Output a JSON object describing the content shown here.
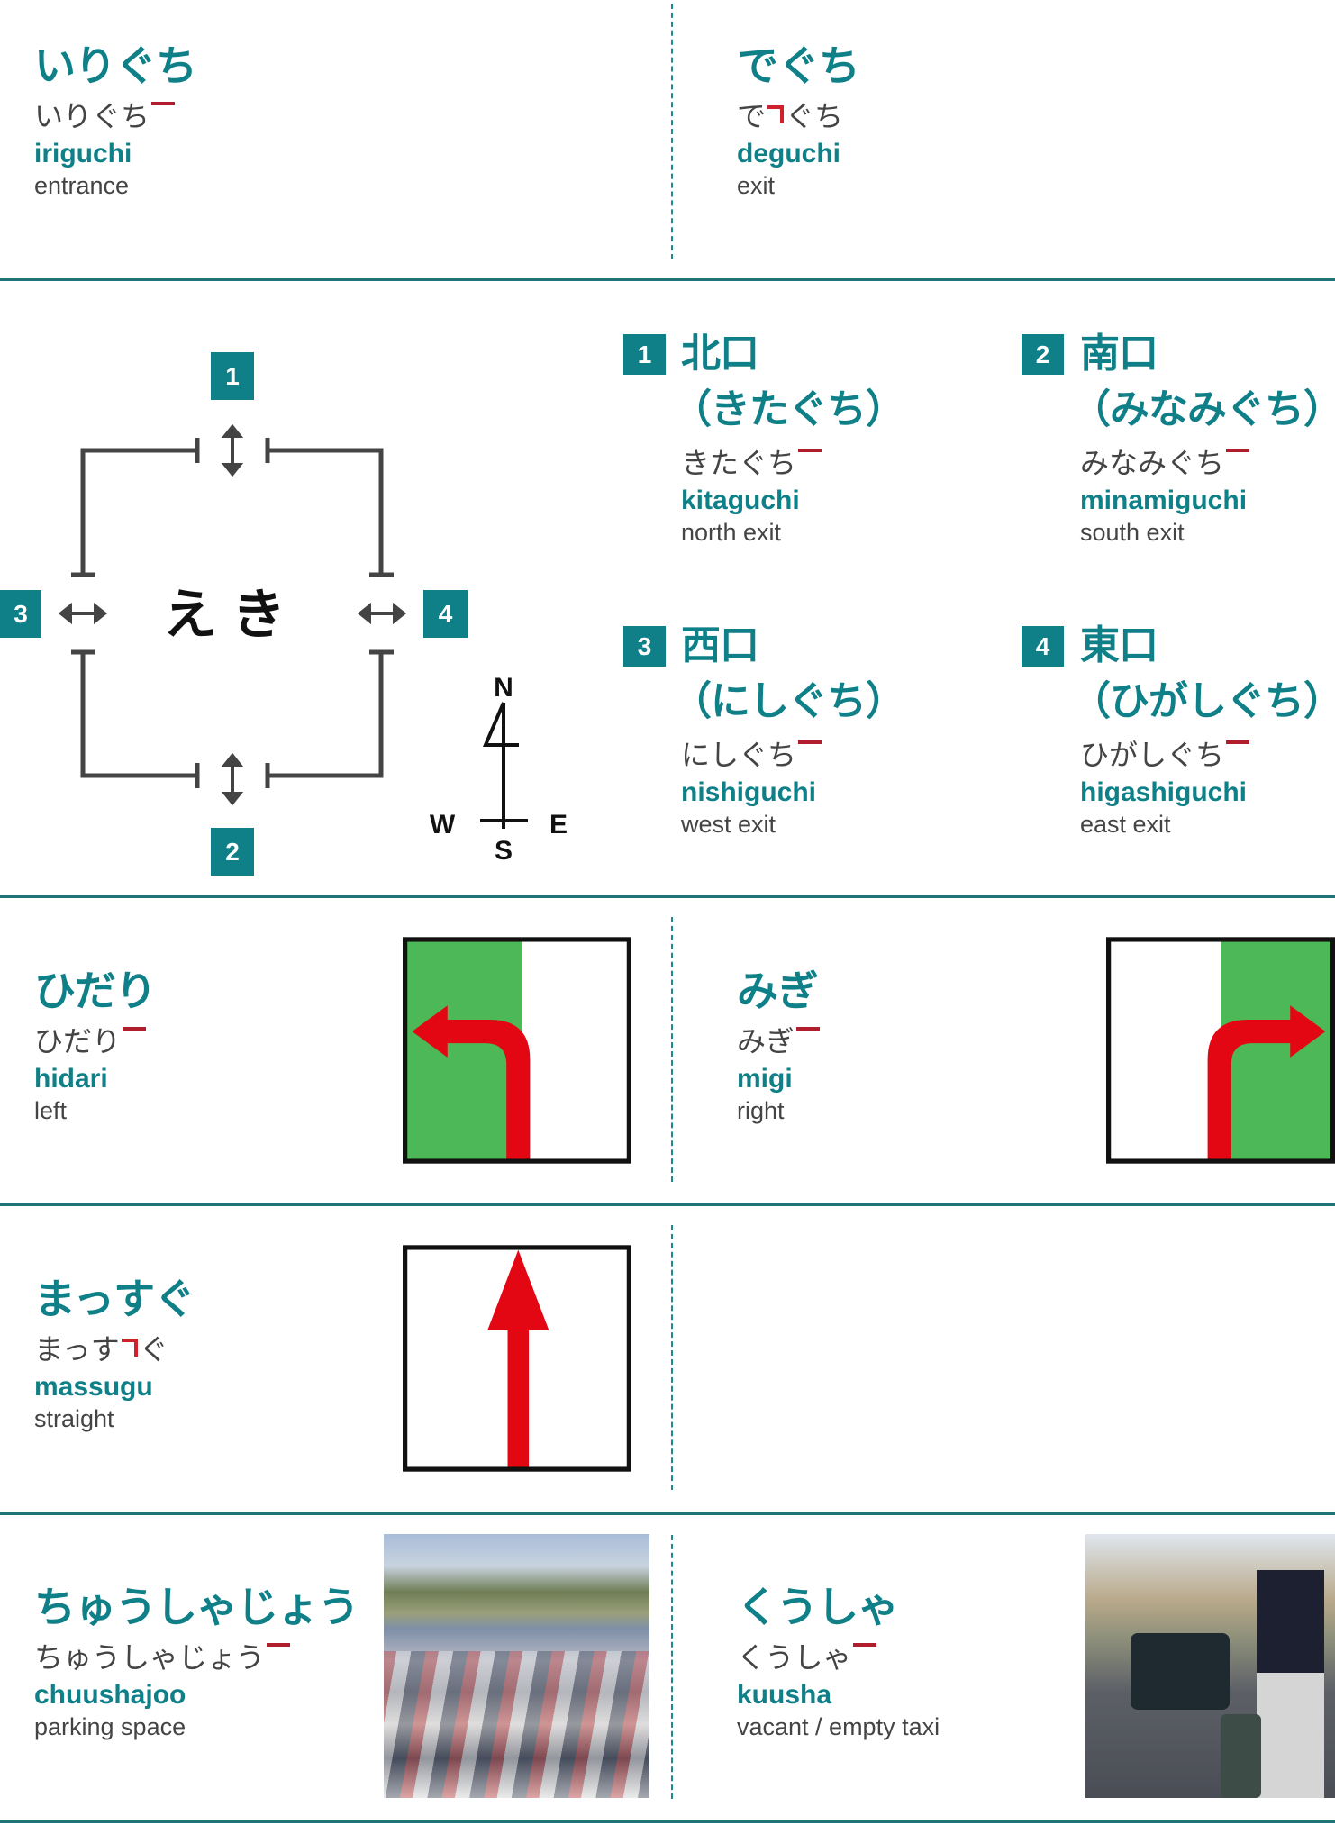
{
  "vocab": {
    "iriguchi": {
      "title": "いりぐち",
      "kana_before": "いりぐち",
      "kana_after": "",
      "pitch": "flat",
      "romaji": "iriguchi",
      "english": "entrance"
    },
    "deguchi": {
      "title": "でぐち",
      "kana_before": "で",
      "kana_after": "ぐち",
      "pitch": "drop",
      "romaji": "deguchi",
      "english": "exit"
    },
    "hidari": {
      "title": "ひだり",
      "kana_before": "ひだり",
      "kana_after": "",
      "pitch": "flat",
      "romaji": "hidari",
      "english": "left"
    },
    "migi": {
      "title": "みぎ",
      "kana_before": "みぎ",
      "kana_after": "",
      "pitch": "flat",
      "romaji": "migi",
      "english": "right"
    },
    "massugu": {
      "title": "まっすぐ",
      "kana_before": "まっす",
      "kana_after": "ぐ",
      "pitch": "drop",
      "romaji": "massugu",
      "english": "straight"
    },
    "chuushajoo": {
      "title": "ちゅうしゃじょう",
      "kana_before": "ちゅうしゃじょう",
      "kana_after": "",
      "pitch": "flat",
      "romaji": "chuushajoo",
      "english": "parking space"
    },
    "kuusha": {
      "title": "くうしゃ",
      "kana_before": "くうしゃ",
      "kana_after": "",
      "pitch": "flat",
      "romaji": "kuusha",
      "english": "vacant / empty taxi"
    }
  },
  "station": {
    "label": "えき",
    "compass": {
      "n": "N",
      "s": "S",
      "e": "E",
      "w": "W"
    },
    "exits": [
      {
        "num": "1",
        "kanji": "北口",
        "reading": "（きたぐち）",
        "kana": "きたぐち",
        "romaji": "kitaguchi",
        "english": "north exit"
      },
      {
        "num": "2",
        "kanji": "南口",
        "reading": "（みなみぐち）",
        "kana": "みなみぐち",
        "romaji": "minamiguchi",
        "english": "south exit"
      },
      {
        "num": "3",
        "kanji": "西口",
        "reading": "（にしぐち）",
        "kana": "にしぐち",
        "romaji": "nishiguchi",
        "english": "west exit"
      },
      {
        "num": "4",
        "kanji": "東口",
        "reading": "（ひがしぐち）",
        "kana": "ひがしぐち",
        "romaji": "higashiguchi",
        "english": "east exit"
      }
    ]
  },
  "colors": {
    "teal": "#0f8088",
    "line": "#1f7478",
    "arrow_red": "#e30613",
    "sign_green": "#4db857",
    "pitch_red": "#b01e2e"
  }
}
